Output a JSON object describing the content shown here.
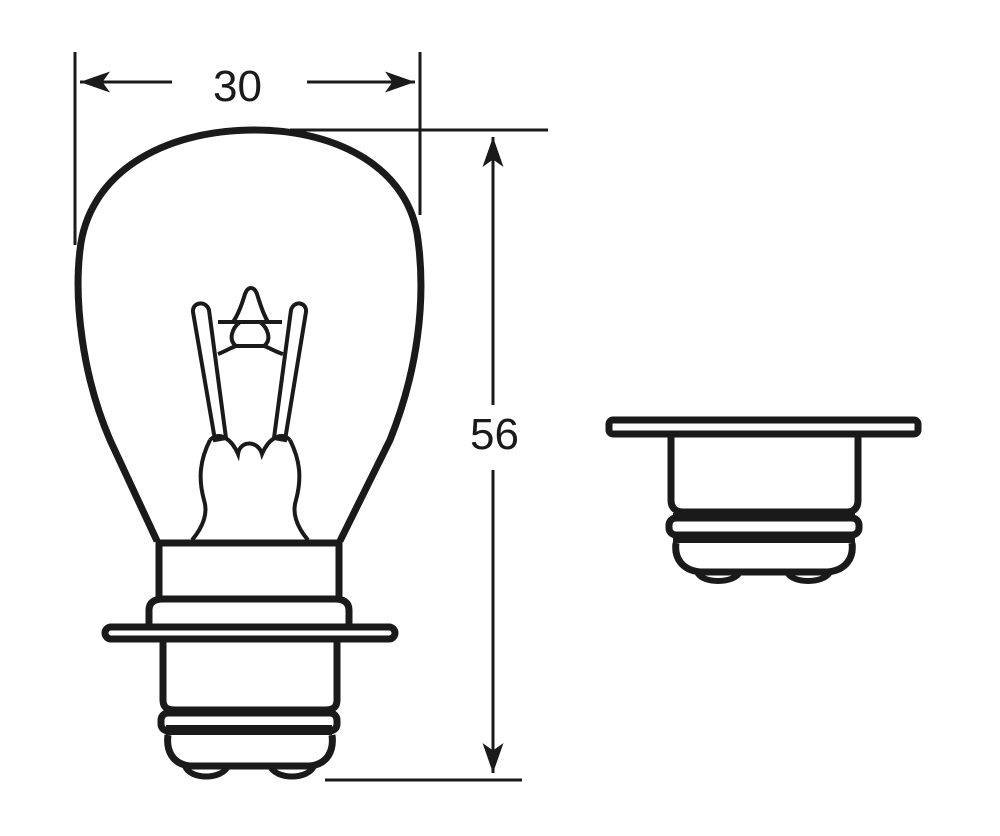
{
  "diagram": {
    "type": "technical-drawing",
    "subject": "bulb with flanged base",
    "dimensions": {
      "width": {
        "value": "30",
        "axis": "horizontal"
      },
      "height": {
        "value": "56",
        "axis": "vertical"
      }
    },
    "views": [
      "side-view-bulb",
      "base-side-view"
    ],
    "colors": {
      "stroke": "#1a1a1a",
      "background": "#ffffff"
    }
  }
}
